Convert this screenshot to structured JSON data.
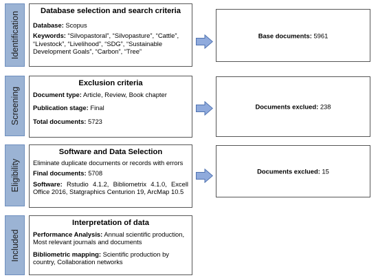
{
  "phases": [
    {
      "label": "Identification"
    },
    {
      "label": "Screening"
    },
    {
      "label": "Eligibility"
    },
    {
      "label": "Included"
    }
  ],
  "identification": {
    "title": "Database selection and search criteria",
    "database_label": "Database:",
    "database_value": " Scopus",
    "keywords_label": "Keywords:",
    "keywords_value": " “Silvopastoral”, “Silvopasture”, “Cattle”, “Livestock”, “Livelihood”, “SDG”, “Sustainable Development Goals”, “Carbon”, “Tree”"
  },
  "screening": {
    "title": "Exclusion criteria",
    "doc_type_label": "Document type:",
    "doc_type_value": " Article, Review, Book chapter",
    "pub_stage_label": "Publication stage:",
    "pub_stage_value": " Final",
    "total_label": "Total documents:",
    "total_value": " 5723"
  },
  "eligibility": {
    "title": "Software and Data Selection",
    "desc": "Eliminate duplicate documents or records with errors",
    "final_label": "Final documents:",
    "final_value": " 5708",
    "software_label": "Software:",
    "software_value": " Rstudio 4.1.2, Bibliometrix 4.1.0, Excell Office 2016, Statgraphics Centurion 19, ArcMap 10.5"
  },
  "included": {
    "title": "Interpretation of data",
    "perf_label": "Performance Analysis:",
    "perf_value": " Annual scientific production, Most relevant journals and documents",
    "map_label": "Bibliometric mapping:",
    "map_value": " Scientific production by country, Collaboration networks"
  },
  "results": [
    {
      "label": "Base documents:",
      "value": " 5961"
    },
    {
      "label": "Documents exclued:",
      "value": " 238"
    },
    {
      "label": "Documents exclued:",
      "value": " 15"
    }
  ],
  "colors": {
    "phase_fill": "#9bb3d4",
    "arrow_fill": "#8faadc",
    "arrow_stroke": "#4f72b0"
  }
}
